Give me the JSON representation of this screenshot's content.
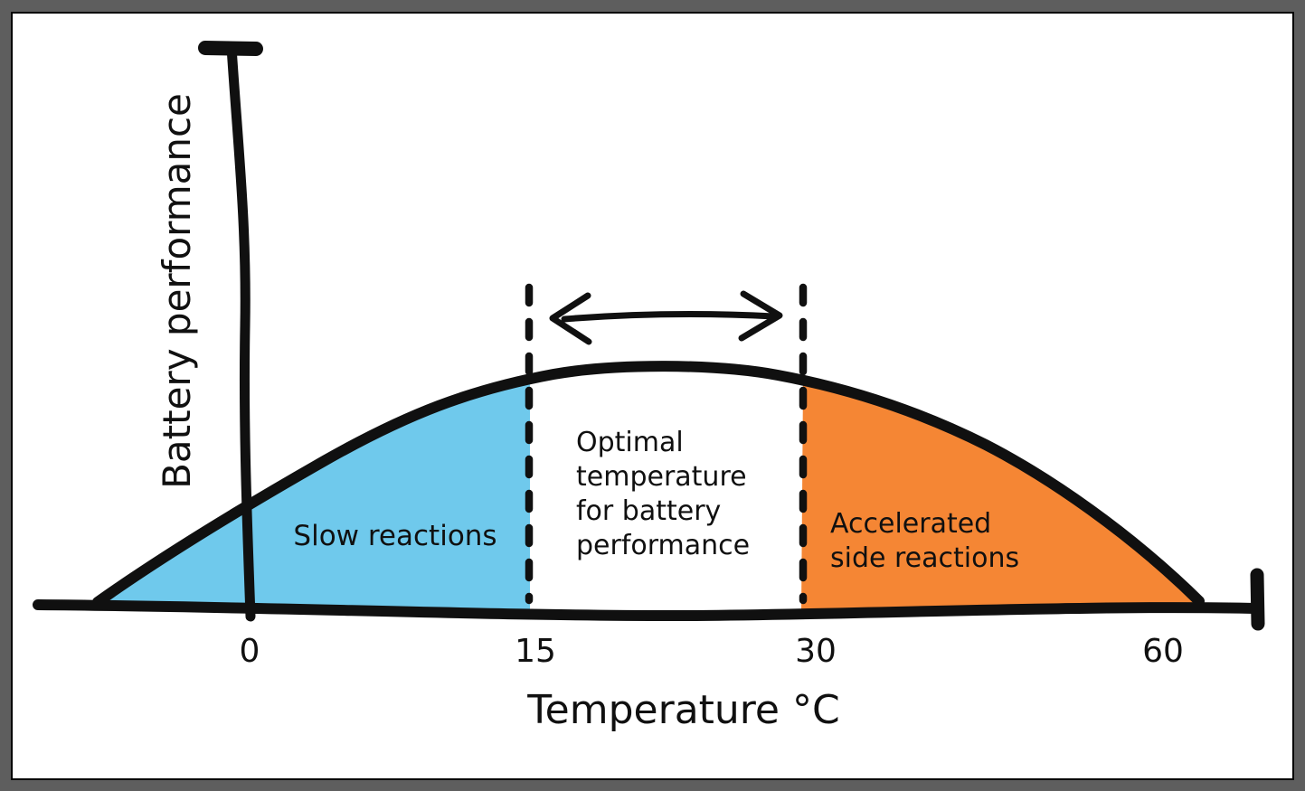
{
  "colors": {
    "blue": "#6FC9EC",
    "orange": "#F58634",
    "ink": "#101010",
    "frame": "#5E5E5E",
    "paper": "#ffffff"
  },
  "y_axis": {
    "label": "Battery performance"
  },
  "x_axis": {
    "label": "Temperature °C",
    "ticks": [
      {
        "label": "0"
      },
      {
        "label": "15"
      },
      {
        "label": "30"
      },
      {
        "label": "60"
      }
    ]
  },
  "regions": {
    "slow": {
      "label": "Slow reactions",
      "color": "#6FC9EC"
    },
    "optimal": {
      "text": "Optimal temperature for battery performance",
      "lines": [
        "Optimal",
        "temperature",
        "for battery",
        "performance"
      ]
    },
    "accelerated": {
      "text": "Accelerated side reactions",
      "lines": [
        "Accelerated",
        "side reactions"
      ],
      "color": "#F58634"
    }
  },
  "chart_data": {
    "type": "area",
    "title": "",
    "xlabel": "Temperature °C",
    "ylabel": "Battery performance",
    "x_ticks": [
      0,
      15,
      30,
      60
    ],
    "x_range_shown": [
      -12,
      65
    ],
    "y_axis_qualitative": true,
    "grid": false,
    "legend": false,
    "series": [
      {
        "name": "Battery performance",
        "x": [
          -11,
          0,
          7,
          15,
          22,
          30,
          40,
          50,
          58,
          62
        ],
        "y": [
          0,
          0.42,
          0.68,
          0.94,
          1.0,
          0.94,
          0.72,
          0.42,
          0.12,
          0
        ]
      }
    ],
    "regions": [
      {
        "label": "Slow reactions",
        "x_start": -11,
        "x_end": 15,
        "fill": "#6FC9EC"
      },
      {
        "label": "Optimal temperature for battery performance",
        "x_start": 15,
        "x_end": 30,
        "fill": "none"
      },
      {
        "label": "Accelerated side reactions",
        "x_start": 30,
        "x_end": 62,
        "fill": "#F58634"
      }
    ],
    "annotations": [
      {
        "type": "dashed-line",
        "x": 15
      },
      {
        "type": "dashed-line",
        "x": 30
      },
      {
        "type": "double-arrow",
        "between": [
          15,
          30
        ]
      }
    ]
  }
}
